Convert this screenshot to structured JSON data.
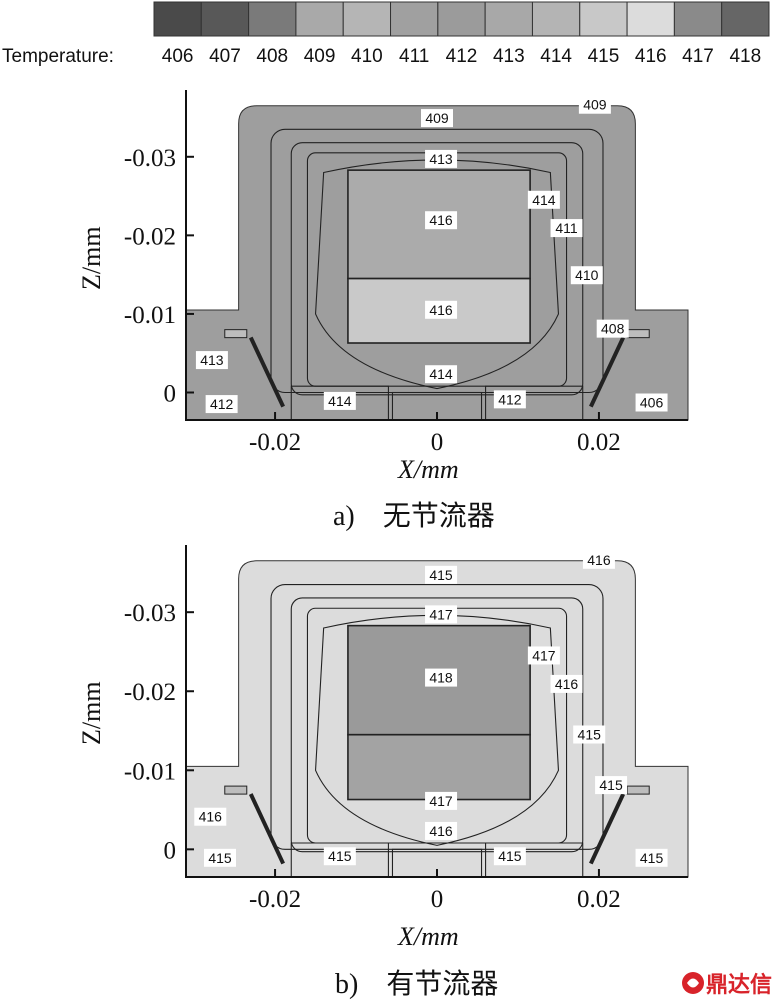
{
  "legend": {
    "label": "Temperature:",
    "levels": [
      406,
      407,
      408,
      409,
      410,
      411,
      412,
      413,
      414,
      415,
      416,
      417,
      418
    ],
    "colors": [
      "#4a4a4a",
      "#585858",
      "#7a7a7a",
      "#a9a9a9",
      "#b5b5b5",
      "#a0a0a0",
      "#9b9b9b",
      "#a8a8a8",
      "#b4b4b4",
      "#c8c8c8",
      "#dcdcdc",
      "#8a8a8a",
      "#666666"
    ]
  },
  "chart_data": [
    {
      "type": "contour",
      "caption": "a)　无节流器",
      "xlabel": "X/mm",
      "ylabel": "Z/mm",
      "x_ticks": [
        -0.02,
        0,
        0.02
      ],
      "x_tick_labels": [
        "-0.02",
        "0",
        "0.02"
      ],
      "z_ticks": [
        -0.03,
        -0.02,
        -0.01,
        0
      ],
      "z_tick_labels": [
        "-0.03",
        "-0.02",
        "-0.01",
        "0"
      ],
      "xlim": [
        -0.031,
        0.031
      ],
      "zlim": [
        0.0035,
        -0.0385
      ],
      "contour_labels": [
        {
          "value": "409",
          "x": 0.0,
          "z": -0.0348
        },
        {
          "value": "409",
          "x": 0.0195,
          "z": -0.0365
        },
        {
          "value": "413",
          "x": 0.0005,
          "z": -0.0296
        },
        {
          "value": "414",
          "x": 0.0132,
          "z": -0.0244
        },
        {
          "value": "416",
          "x": 0.0005,
          "z": -0.0218
        },
        {
          "value": "411",
          "x": 0.016,
          "z": -0.0208
        },
        {
          "value": "410",
          "x": 0.0185,
          "z": -0.0148
        },
        {
          "value": "416",
          "x": 0.0005,
          "z": -0.0104
        },
        {
          "value": "408",
          "x": 0.0217,
          "z": -0.008
        },
        {
          "value": "413",
          "x": -0.0278,
          "z": -0.004
        },
        {
          "value": "414",
          "x": 0.0005,
          "z": -0.0022
        },
        {
          "value": "414",
          "x": -0.012,
          "z": 0.0012
        },
        {
          "value": "412",
          "x": 0.009,
          "z": 0.001
        },
        {
          "value": "412",
          "x": -0.0266,
          "z": 0.0016
        },
        {
          "value": "406",
          "x": 0.0265,
          "z": 0.0014
        }
      ]
    },
    {
      "type": "contour",
      "caption": "b)　有节流器",
      "xlabel": "X/mm",
      "ylabel": "Z/mm",
      "x_ticks": [
        -0.02,
        0,
        0.02
      ],
      "x_tick_labels": [
        "-0.02",
        "0",
        "0.02"
      ],
      "z_ticks": [
        -0.03,
        -0.02,
        -0.01,
        0
      ],
      "z_tick_labels": [
        "-0.03",
        "-0.02",
        "-0.01",
        "0"
      ],
      "xlim": [
        -0.031,
        0.031
      ],
      "zlim": [
        0.0035,
        -0.0385
      ],
      "contour_labels": [
        {
          "value": "416",
          "x": 0.02,
          "z": -0.0365
        },
        {
          "value": "415",
          "x": 0.0005,
          "z": -0.0346
        },
        {
          "value": "417",
          "x": 0.0005,
          "z": -0.0296
        },
        {
          "value": "417",
          "x": 0.0132,
          "z": -0.0244
        },
        {
          "value": "418",
          "x": 0.0005,
          "z": -0.0216
        },
        {
          "value": "416",
          "x": 0.016,
          "z": -0.0208
        },
        {
          "value": "415",
          "x": 0.0188,
          "z": -0.0144
        },
        {
          "value": "415",
          "x": 0.0215,
          "z": -0.008
        },
        {
          "value": "417",
          "x": 0.0005,
          "z": -0.006
        },
        {
          "value": "416",
          "x": -0.028,
          "z": -0.004
        },
        {
          "value": "416",
          "x": 0.0005,
          "z": -0.0022
        },
        {
          "value": "415",
          "x": -0.012,
          "z": 0.001
        },
        {
          "value": "415",
          "x": 0.009,
          "z": 0.001
        },
        {
          "value": "415",
          "x": -0.0268,
          "z": 0.0012
        },
        {
          "value": "415",
          "x": 0.0265,
          "z": 0.0012
        }
      ]
    }
  ],
  "watermark": "鼎达信"
}
